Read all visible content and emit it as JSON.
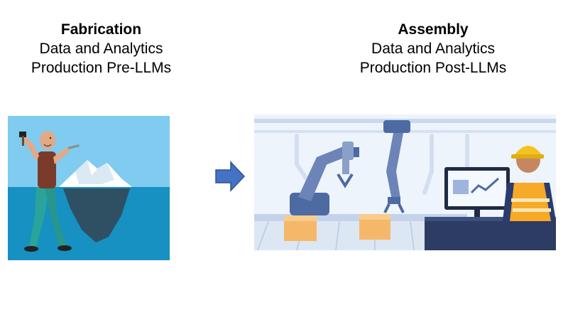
{
  "left_stage": {
    "title": "Fabrication",
    "line1": "Data and Analytics",
    "line2": "Production Pre-LLMs",
    "illustration": "man-chiseling-iceberg"
  },
  "right_stage": {
    "title": "Assembly",
    "line1": "Data and Analytics",
    "line2": "Production Post-LLMs",
    "illustration": "robotic-assembly-line"
  },
  "connector": {
    "icon": "right-arrow-icon",
    "color": "#4472c4"
  },
  "colors": {
    "sky": "#80cbf0",
    "water": "#1790c2",
    "factory_bg": "#eef4fb",
    "robot_arm": "#6c84b8",
    "box": "#f5b86a",
    "vest": "#f7a928"
  }
}
